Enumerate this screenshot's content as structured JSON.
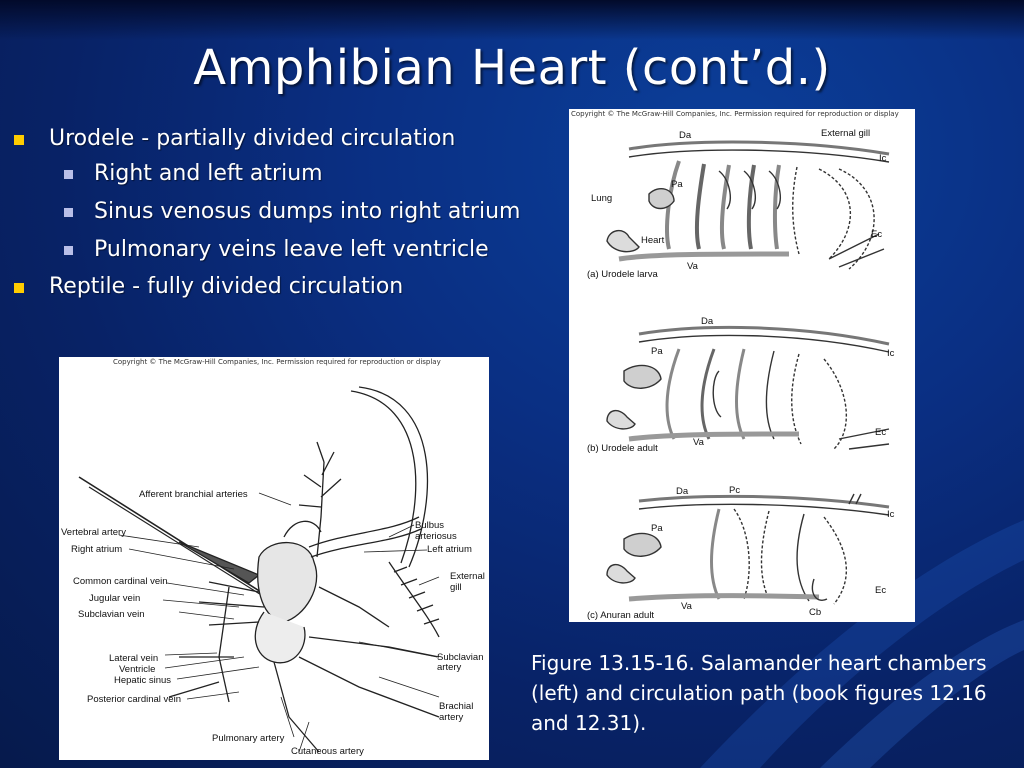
{
  "slide": {
    "title": "Amphibian Heart (cont’d.)",
    "colors": {
      "bullet_level1": "#ffcc00",
      "bullet_level2": "#b9bfe8",
      "background": "#0a2f83"
    }
  },
  "bullets": [
    {
      "text": "Urodele - partially divided circulation",
      "children": [
        "Right and left atrium",
        "Sinus venosus dumps into right atrium",
        "Pulmonary veins leave left ventricle"
      ]
    },
    {
      "text": "Reptile - fully divided circulation",
      "children": []
    }
  ],
  "figure_left": {
    "copyright": "Copyright © The McGraw-Hill Companies, Inc. Permission required for reproduction or display",
    "labels": {
      "afferent": "Afferent branchial arteries",
      "vertebral": "Vertebral artery",
      "right_atrium": "Right atrium",
      "common_cardinal": "Common cardinal vein",
      "jugular": "Jugular vein",
      "subclavian_vein": "Subclavian vein",
      "lateral_vein": "Lateral vein",
      "ventricle": "Ventricle",
      "hepatic_sinus": "Hepatic sinus",
      "posterior_cardinal": "Posterior cardinal vein",
      "pulmonary_artery": "Pulmonary artery",
      "cutaneous_artery": "Cutaneous artery",
      "bulbus_1": "Bulbus",
      "bulbus_2": "arteriosus",
      "left_atrium": "Left atrium",
      "external_1": "External",
      "external_2": "gill",
      "subclavian_artery_1": "Subclavian",
      "subclavian_artery_2": "artery",
      "brachial_1": "Brachial",
      "brachial_2": "artery"
    }
  },
  "figure_right": {
    "copyright": "Copyright © The McGraw-Hill Companies, Inc. Permission required for reproduction or display",
    "panel_a": {
      "da": "Da",
      "external_gill": "External gill",
      "ic": "Ic",
      "pa": "Pa",
      "lung": "Lung",
      "heart": "Heart",
      "ec": "Ec",
      "va": "Va",
      "caption": "(a)   Urodele larva"
    },
    "panel_b": {
      "da": "Da",
      "ic": "Ic",
      "pa": "Pa",
      "ec": "Ec",
      "va": "Va",
      "caption": "(b)   Urodele adult"
    },
    "panel_c": {
      "da": "Da",
      "pc": "Pc",
      "ic": "Ic",
      "pa": "Pa",
      "ec": "Ec",
      "va": "Va",
      "cb": "Cb",
      "caption": "(c)   Anuran adult"
    }
  },
  "caption": "Figure 13.15-16.  Salamander heart chambers (left) and circulation path (book figures 12.16 and 12.31)."
}
